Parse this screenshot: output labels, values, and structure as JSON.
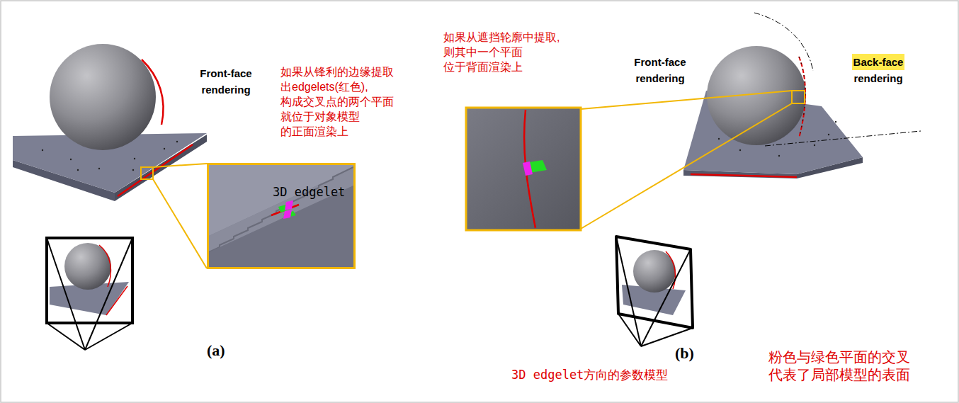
{
  "diagram": {
    "nodes": [
      {
        "text": [
          "3D edgelet"
        ]
      }
    ],
    "labels": [
      "Front-face rendering",
      "如果从锋利的边缘提取 出edgelets(红色), 构成交叉点的两个平面 就位于对象模型 的正面渲染上",
      "(a)",
      "如果从遮挡轮廓中提取, 则其中一个平面 位于背面渲染上",
      "Front-face rendering",
      "Back-face rendering",
      "(b)",
      "3D edgelet方向的参数模型",
      "粉色与绿色平面的交叉 代表了局部模型的表面"
    ]
  }
}
